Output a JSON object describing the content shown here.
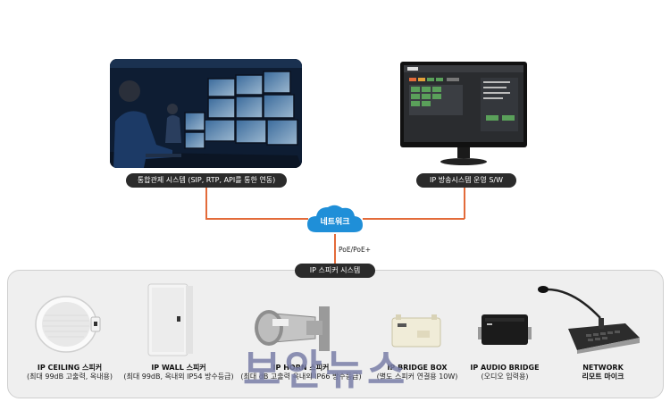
{
  "top": {
    "control_label": "통합관제 시스템 (SIP, RTP, API를 통한 연동)",
    "sw_label": "IP 방송시스템 운영 S/W"
  },
  "network": {
    "cloud_label": "네트워크",
    "poe_label": "PoE/PoE+",
    "system_label": "IP 스피커 시스템"
  },
  "products": [
    {
      "title": "IP CEILING 스피커",
      "sub": "(최대 99dB 고출력, 옥내용)"
    },
    {
      "title": "IP WALL 스피커",
      "sub": "(최대 99dB, 옥내외 IP54 방수등급)"
    },
    {
      "title": "IP HORN 스피커",
      "sub": "(최대 dB 고출력 옥내외 IP66 방수등급)"
    },
    {
      "title": "IP BRIDGE BOX",
      "sub": "(별도 스피커 연결용 10W)"
    },
    {
      "title": "IP AUDIO BRIDGE",
      "sub": "(오디오 입력용)"
    },
    {
      "title": "NETWORK",
      "sub": "리모트 마이크"
    }
  ],
  "watermark": "보안뉴스",
  "colors": {
    "connector": "#e36b3a",
    "cloud": "#1f8fd8",
    "pill": "#2b2b2b"
  }
}
